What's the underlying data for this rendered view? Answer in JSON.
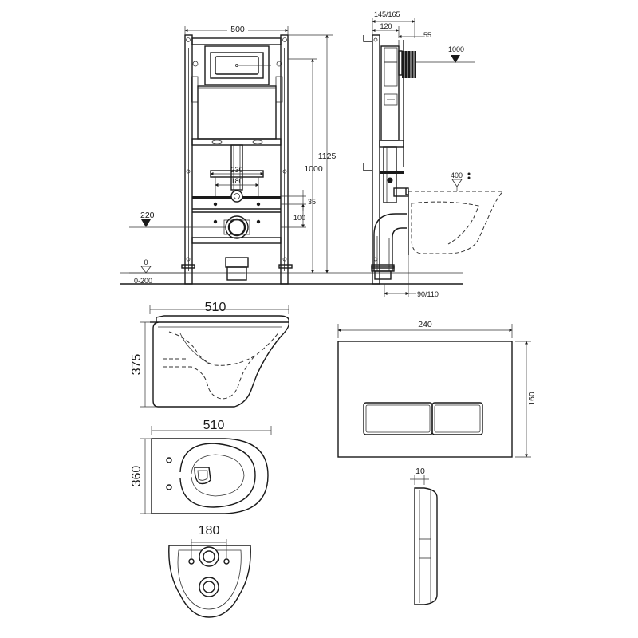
{
  "frame_front": {
    "width": "500",
    "height_total": "1125",
    "height_frame": "1000",
    "bolt_outer": "230",
    "bolt_inner": "180",
    "pipe_offset": "35",
    "outlet_offset": "100",
    "floor_level": "0",
    "floor_range": "0-200",
    "outlet_level": "220"
  },
  "frame_side": {
    "depth_range": "145/165",
    "depth": "120",
    "flush_offset": "55",
    "inlet_level": "1000",
    "bowl_level": "400",
    "outlet_range": "90/110"
  },
  "bowl_side": {
    "length": "510",
    "height": "375"
  },
  "bowl_top": {
    "length": "510",
    "width": "360"
  },
  "bowl_rear": {
    "bolt_spacing": "180"
  },
  "flush_plate": {
    "width": "240",
    "height": "160",
    "thickness": "10"
  },
  "colors": {
    "line": "#1a1a1a",
    "background": "#ffffff"
  }
}
